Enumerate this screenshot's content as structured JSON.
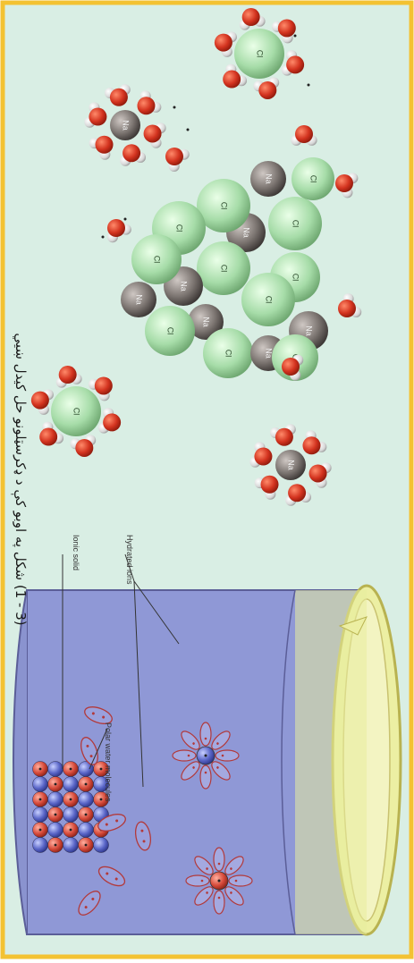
{
  "caption": "(3 - 1) شکل په اوبو کې د ډکرسټلونو حل کیدل ښيي",
  "labels": {
    "hydrated_ions": "Hydrated ions",
    "ionic_solid": "Ionic solid",
    "polar_water_molecules": "Polar water molecules"
  },
  "ions": {
    "chloride": "Cl",
    "sodium": "Na"
  },
  "colors": {
    "border": "#f3c232",
    "background": "#d9eee4",
    "water_oxygen": "#d3331f",
    "water_hydrogen": "#e6e6e6",
    "chloride": "#a6dca8",
    "sodium": "#7b7470",
    "beaker_water": "#8f98d6",
    "beaker_rim": "#ecefa3"
  }
}
